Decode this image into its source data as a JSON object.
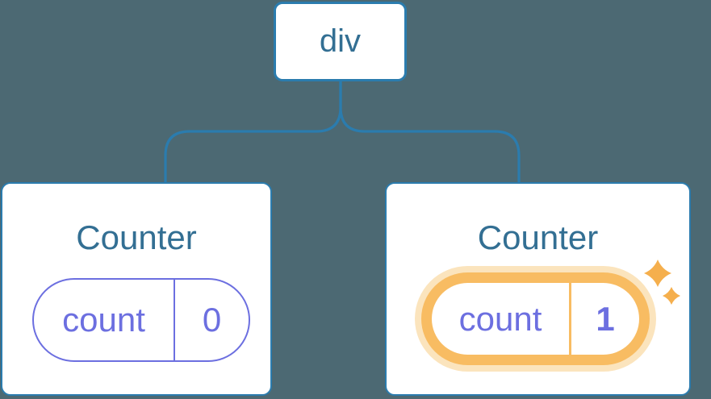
{
  "diagram": {
    "root_node": {
      "label": "div"
    },
    "cards": [
      {
        "title": "Counter",
        "state_name": "count",
        "state_value": "0",
        "highlighted": false
      },
      {
        "title": "Counter",
        "state_name": "count",
        "state_value": "1",
        "highlighted": true
      }
    ]
  },
  "icons": {
    "sparkle_large": "sparkle-icon",
    "sparkle_small": "sparkle-icon"
  },
  "colors": {
    "background": "#4C6973",
    "connector_blue": "#2B7CAE",
    "node_text_blue": "#336F93",
    "state_purple": "#6C6FE0",
    "highlight_orange": "#F8BC62",
    "highlight_halo": "#FBE4BD",
    "sparkle_orange": "#F5AF4D",
    "card_background": "#FFFFFF"
  }
}
